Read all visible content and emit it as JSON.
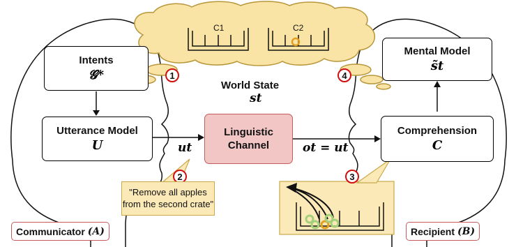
{
  "boxes": {
    "intents": {
      "title": "Intents",
      "math": "𝓖*"
    },
    "utterance_model": {
      "title": "Utterance Model",
      "math": "U"
    },
    "channel": {
      "line1": "Linguistic",
      "line2": "Channel"
    },
    "mental_model": {
      "title": "Mental Model",
      "math": "s̃t"
    },
    "comprehension": {
      "title": "Comprehension",
      "math": "C"
    }
  },
  "world_state": {
    "label": "World State",
    "math": "st"
  },
  "edges": {
    "u_label": "ut",
    "o_label": "ot = ut"
  },
  "crates": {
    "c1": "C1",
    "c2": "C2"
  },
  "steps": [
    "1",
    "2",
    "3",
    "4"
  ],
  "utterance_quote": {
    "line1": "\"Remove all apples",
    "line2": "from the second crate\""
  },
  "agents": {
    "communicator": {
      "label": "Communicator",
      "symbol": "(A)"
    },
    "recipient": {
      "label": "Recipient",
      "symbol": "(B)"
    }
  },
  "colors": {
    "cloud": "#f9e4a6",
    "cloud_stroke": "#b8963a",
    "channel_fill": "#f3c6c6",
    "badge": "#d01010",
    "apple_green": "#a4d07a",
    "apple_orange": "#e0a020"
  }
}
